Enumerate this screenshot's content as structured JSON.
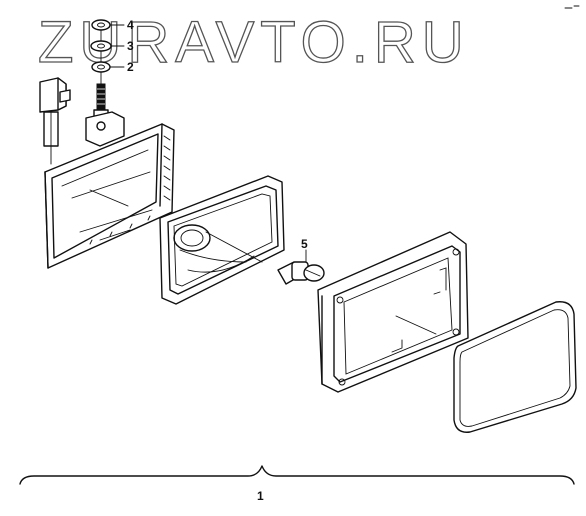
{
  "watermark": {
    "text": "ZURAVTO.RU"
  },
  "callouts": [
    {
      "id": "callout-4",
      "label": "4"
    },
    {
      "id": "callout-3",
      "label": "3"
    },
    {
      "id": "callout-2",
      "label": "2"
    },
    {
      "id": "callout-5",
      "label": "5"
    },
    {
      "id": "callout-1",
      "label": "1"
    }
  ],
  "parts": [
    {
      "id": "connector",
      "icon": "electrical-connector-icon"
    },
    {
      "id": "washer-stack",
      "icon": "washer-icon"
    },
    {
      "id": "bolt",
      "icon": "bolt-icon"
    },
    {
      "id": "housing",
      "icon": "lamp-housing-icon"
    },
    {
      "id": "reflector",
      "icon": "reflector-icon"
    },
    {
      "id": "bulb",
      "icon": "bulb-icon"
    },
    {
      "id": "frame",
      "icon": "lamp-frame-icon"
    },
    {
      "id": "lens",
      "icon": "lens-icon"
    }
  ]
}
